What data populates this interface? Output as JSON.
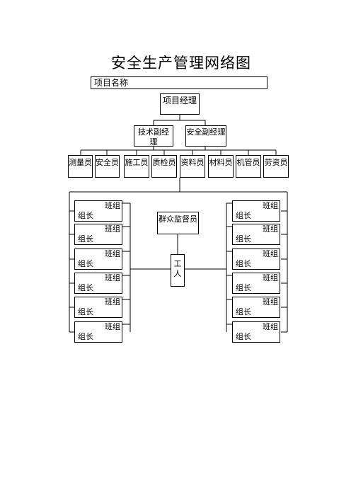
{
  "title": "安全生产管理网络图",
  "project_name": "项目名称",
  "project_manager": "项目经理",
  "deputies": [
    "技术副经理",
    "安全副经理"
  ],
  "staff": [
    "测量员",
    "安全员",
    "施工员",
    "质检员",
    "资料员",
    "材料员",
    "机管员",
    "劳资员"
  ],
  "supervisor": "群众监督员",
  "worker": "工人",
  "left_teams": [
    {
      "t1": "班组",
      "t2": "组长"
    },
    {
      "t1": "班组",
      "t2": "组长"
    },
    {
      "t1": "班组",
      "t2": "组长"
    },
    {
      "t1": "班组",
      "t2": "组长"
    },
    {
      "t1": "班组",
      "t2": "组长"
    },
    {
      "t1": "班组",
      "t2": "组长"
    }
  ],
  "right_teams": [
    {
      "t1": "班组",
      "t2": "组长"
    },
    {
      "t1": "班组",
      "t2": "组长"
    },
    {
      "t1": "班组",
      "t2": "组长"
    },
    {
      "t1": "班组",
      "t2": "组长"
    },
    {
      "t1": "班组",
      "t2": "组长"
    },
    {
      "t1": "班组",
      "t2": "组长"
    }
  ]
}
